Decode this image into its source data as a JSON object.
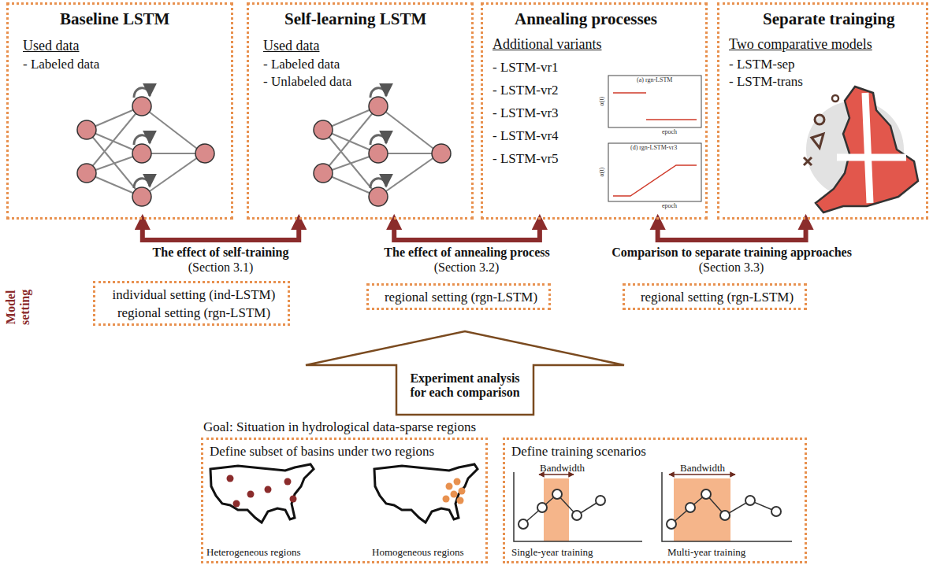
{
  "diagram": {
    "nodes": [
      {
        "text": [
          "Baseline LSTM",
          "Used data",
          "- Labeled data"
        ]
      },
      {
        "text": [
          "Self-learning LSTM",
          "Used data",
          "- Labeled data",
          "- Unlabeled data"
        ]
      },
      {
        "text": [
          "Annealing processes",
          "Additional variants",
          "- LSTM-vr1",
          "- LSTM-vr2",
          "- LSTM-vr3",
          "- LSTM-vr4",
          "- LSTM-vr5"
        ]
      },
      {
        "text": [
          "Separate trainging",
          "Two comparative models",
          "- LSTM-sep",
          "- LSTM-trans"
        ]
      },
      {
        "text": [
          "individual setting (ind-LSTM)",
          "regional setting (rgn-LSTM)"
        ]
      },
      {
        "text": [
          "regional setting (rgn-LSTM)"
        ]
      },
      {
        "text": [
          "regional setting (rgn-LSTM)"
        ]
      },
      {
        "text": [
          "Experiment analysis for each comparison"
        ]
      },
      {
        "text": [
          "Define subset of basins under two regions",
          "Heterogeneous regions",
          "Homogeneous regions"
        ]
      },
      {
        "text": [
          "Define training scenarios",
          "Bandwidth",
          "Bandwidth",
          "Single-year training",
          "Multi-year training"
        ]
      }
    ],
    "edges": [
      {
        "from": 0,
        "to": 1,
        "arrow": "both",
        "label": "The effect of self-training"
      },
      {
        "from": 1,
        "to": 2,
        "arrow": "both",
        "label": "The effect of annealing process"
      },
      {
        "from": 2,
        "to": 3,
        "arrow": "both",
        "label": "Comparison to separate training approaches"
      }
    ],
    "labels": [
      "(Section 3.1)",
      "(Section 3.2)",
      "(Section 3.3)",
      "Model setting",
      "Goal: Situation in hydrological data-sparse regions",
      "(a) rgn-LSTM",
      "epoch",
      "α(t)",
      "(d) rgn-LSTM-vr3",
      "epoch",
      "α(t)"
    ]
  }
}
